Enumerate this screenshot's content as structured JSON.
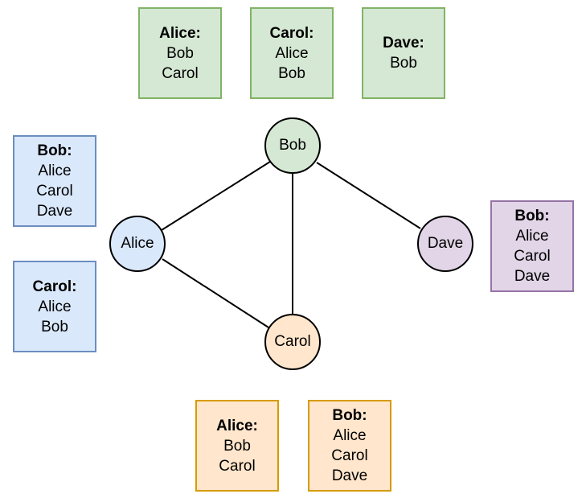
{
  "nodes": {
    "bob": {
      "label": "Bob",
      "fill": "#d5e8d4",
      "stroke": "#000000"
    },
    "alice": {
      "label": "Alice",
      "fill": "#dae8fc",
      "stroke": "#000000"
    },
    "dave": {
      "label": "Dave",
      "fill": "#e1d5e7",
      "stroke": "#000000"
    },
    "carol": {
      "label": "Carol",
      "fill": "#ffe6cc",
      "stroke": "#000000"
    }
  },
  "edges": [
    {
      "from": "Bob",
      "to": "Alice"
    },
    {
      "from": "Bob",
      "to": "Carol"
    },
    {
      "from": "Bob",
      "to": "Dave"
    },
    {
      "from": "Alice",
      "to": "Carol"
    }
  ],
  "tables": {
    "bob_alice": {
      "header": "Alice:",
      "items": [
        "Bob",
        "Carol"
      ]
    },
    "bob_carol": {
      "header": "Carol:",
      "items": [
        "Alice",
        "Bob"
      ]
    },
    "bob_dave": {
      "header": "Dave:",
      "items": [
        "Bob"
      ]
    },
    "alice_bob": {
      "header": "Bob:",
      "items": [
        "Alice",
        "Carol",
        "Dave"
      ]
    },
    "alice_carol": {
      "header": "Carol:",
      "items": [
        "Alice",
        "Bob"
      ]
    },
    "dave_bob": {
      "header": "Bob:",
      "items": [
        "Alice",
        "Carol",
        "Dave"
      ]
    },
    "carol_alice": {
      "header": "Alice:",
      "items": [
        "Bob",
        "Carol"
      ]
    },
    "carol_bob": {
      "header": "Bob:",
      "items": [
        "Alice",
        "Carol",
        "Dave"
      ]
    }
  },
  "colors": {
    "green_fill": "#d5e8d4",
    "green_stroke": "#82b366",
    "blue_fill": "#dae8fc",
    "blue_stroke": "#6c8ebf",
    "purple_fill": "#e1d5e7",
    "purple_stroke": "#9673a6",
    "orange_fill": "#ffe6cc",
    "orange_stroke": "#d79b00"
  }
}
